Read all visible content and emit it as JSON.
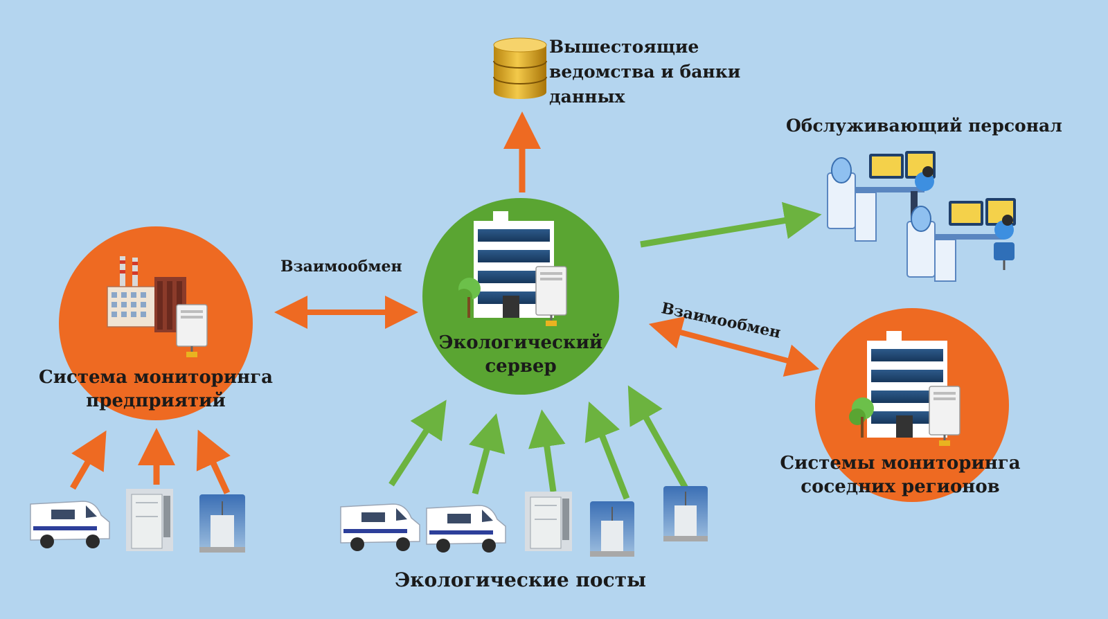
{
  "colors": {
    "background": "#b4d5ef",
    "orange": "#ee6a22",
    "green": "#5aa532",
    "arrow_orange": "#ee6a22",
    "arrow_green": "#6cb33f",
    "database_gold": "#d9a520"
  },
  "databanks": {
    "lines": [
      "Вышестоящие",
      "ведомства и банки",
      "данных"
    ],
    "icon": "database-icon"
  },
  "staff": {
    "label": "Обслуживающий персонал",
    "icon": "operators-workstation-icon"
  },
  "exchange_left": {
    "label": "Взаимообмен"
  },
  "exchange_right": {
    "label": "Взаимообмен"
  },
  "server": {
    "lines": [
      "Экологический",
      "сервер"
    ],
    "icon": "office-building-server-icon"
  },
  "enterprise": {
    "lines": [
      "Система мониторинга",
      "предприятий"
    ],
    "icon": "factory-server-icon"
  },
  "neighbors": {
    "lines": [
      "Системы мониторинга",
      "соседних регионов"
    ],
    "icon": "office-building-server-icon"
  },
  "posts": {
    "label": "Экологические посты",
    "items": [
      "ambulance-van-icon",
      "ambulance-van-icon",
      "monitoring-station-icon",
      "monitoring-station-photo-icon",
      "monitoring-station-photo-icon"
    ]
  },
  "enterprise_posts": {
    "items": [
      "ambulance-van-icon",
      "monitoring-station-icon",
      "monitoring-station-photo-icon"
    ]
  }
}
